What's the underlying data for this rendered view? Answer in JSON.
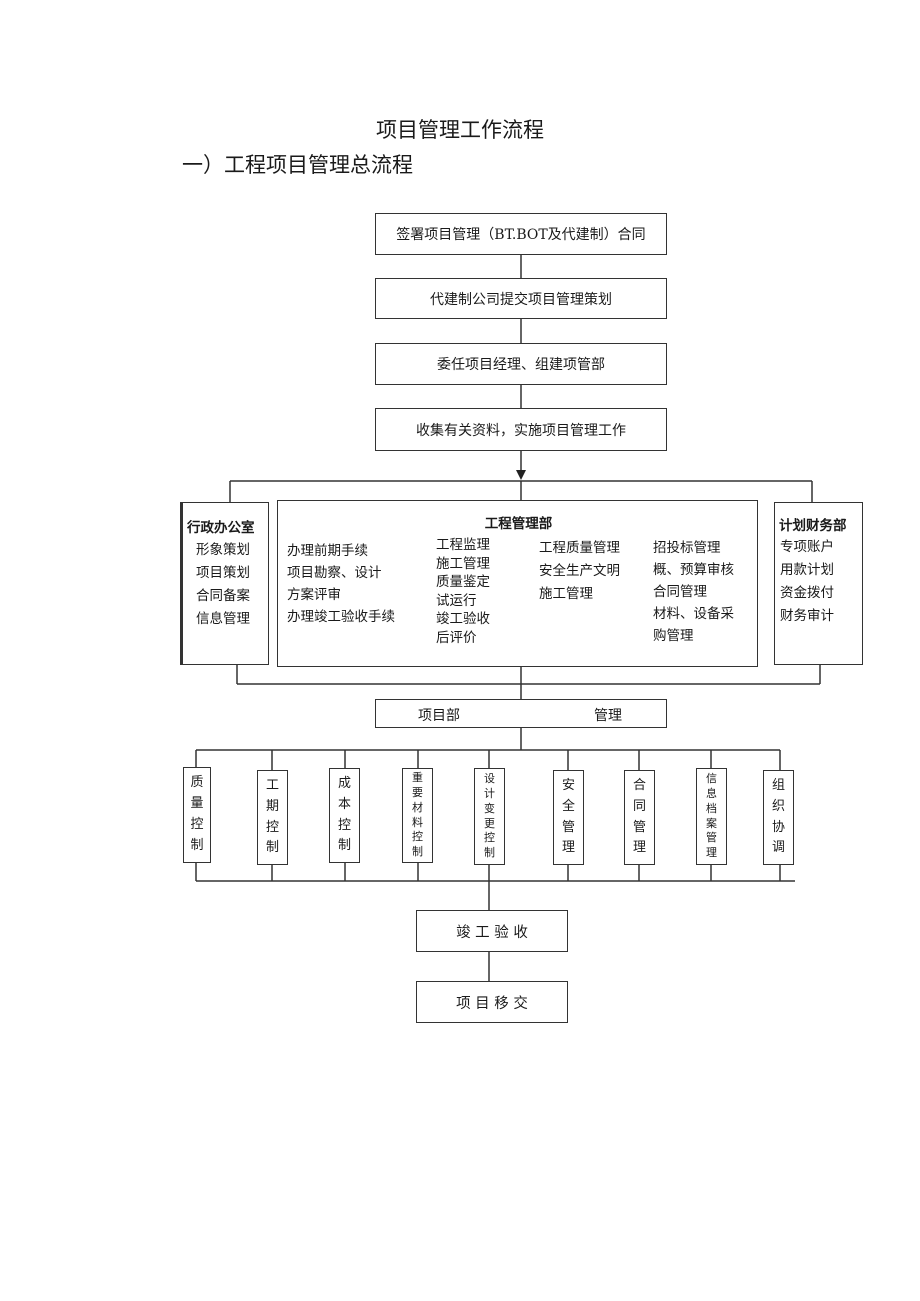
{
  "title": "项目管理工作流程",
  "subtitle": "一）工程项目管理总流程",
  "flow": {
    "step1": "签署项目管理（BT.BOT及代建制）合同",
    "step2": "代建制公司提交项目管理策划",
    "step3": "委任项目经理、组建项管部",
    "step4": "收集有关资料，实施项目管理工作"
  },
  "admin": {
    "title": "行政办公室",
    "items": [
      "形象策划",
      "项目策划",
      "合同备案",
      "信息管理"
    ]
  },
  "engineering": {
    "title": "工程管理部",
    "col1": [
      "办理前期手续",
      "项目勘察、设计",
      "方案评审",
      "办理竣工验收手续"
    ],
    "col2": [
      "工程监理",
      "施工管理",
      "质量鉴定",
      "试运行",
      "竣工验收",
      "后评价"
    ],
    "col3": [
      "工程质量管理",
      "安全生产文明",
      "施工管理"
    ],
    "col4": [
      "招投标管理",
      "概、预算审核",
      "合同管理",
      "材料、设备采",
      "购管理"
    ]
  },
  "finance": {
    "title": "计划财务部",
    "items": [
      "专项账户",
      "用款计划",
      "资金拨付",
      "财务审计"
    ]
  },
  "project_dept": {
    "left": "项目部",
    "right": "管理"
  },
  "controls": [
    [
      "质",
      "量",
      "控",
      "制"
    ],
    [
      "工",
      "期",
      "控",
      "制"
    ],
    [
      "成",
      "本",
      "控",
      "制"
    ],
    [
      "重",
      "要",
      "材",
      "料",
      "控",
      "制"
    ],
    [
      "设",
      "计",
      "变",
      "更",
      "控",
      "制"
    ],
    [
      "安",
      "全",
      "管",
      "理"
    ],
    [
      "合",
      "同",
      "管",
      "理"
    ],
    [
      "信",
      "息",
      "档",
      "案",
      "管",
      "理"
    ],
    [
      "组",
      "织",
      "协",
      "调"
    ]
  ],
  "acceptance": "竣 工 验 收",
  "handover": "项 目 移 交"
}
